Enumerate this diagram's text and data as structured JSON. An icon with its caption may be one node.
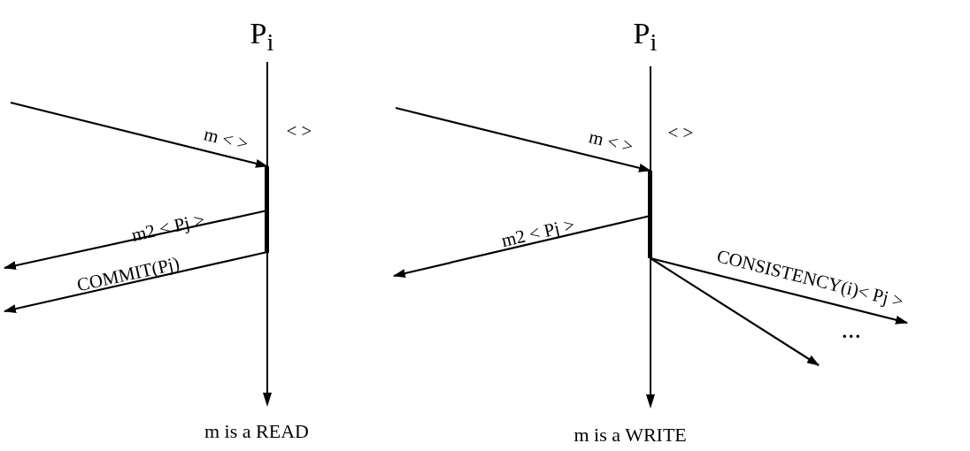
{
  "diagram": {
    "nodes": [
      {
        "text": [
          "P$_{i}$"
        ],
        "beside": [
          "m is a READ"
        ]
      },
      {
        "text": [
          "P$_{i}$"
        ],
        "beside": [
          "m is a WRITE"
        ]
      }
    ],
    "edges": [
      {
        "from": null,
        "to": 0,
        "arrow": "to",
        "label": "m < >"
      },
      {
        "from": 0,
        "to": null,
        "arrow": "to",
        "label": "m2 < Pj >"
      },
      {
        "from": 0,
        "to": null,
        "arrow": "to",
        "label": "COMMIT(Pj)"
      },
      {
        "from": null,
        "to": 1,
        "arrow": "to",
        "label": "m < >"
      },
      {
        "from": 1,
        "to": null,
        "arrow": "to",
        "label": "m2 < Pj >"
      },
      {
        "from": 1,
        "to": null,
        "arrow": "to",
        "label": "CONSISTENCY(i)< Pj >"
      },
      {
        "from": 1,
        "to": null,
        "arrow": "to"
      }
    ],
    "labels": [
      "< >",
      "< >",
      "..."
    ]
  }
}
